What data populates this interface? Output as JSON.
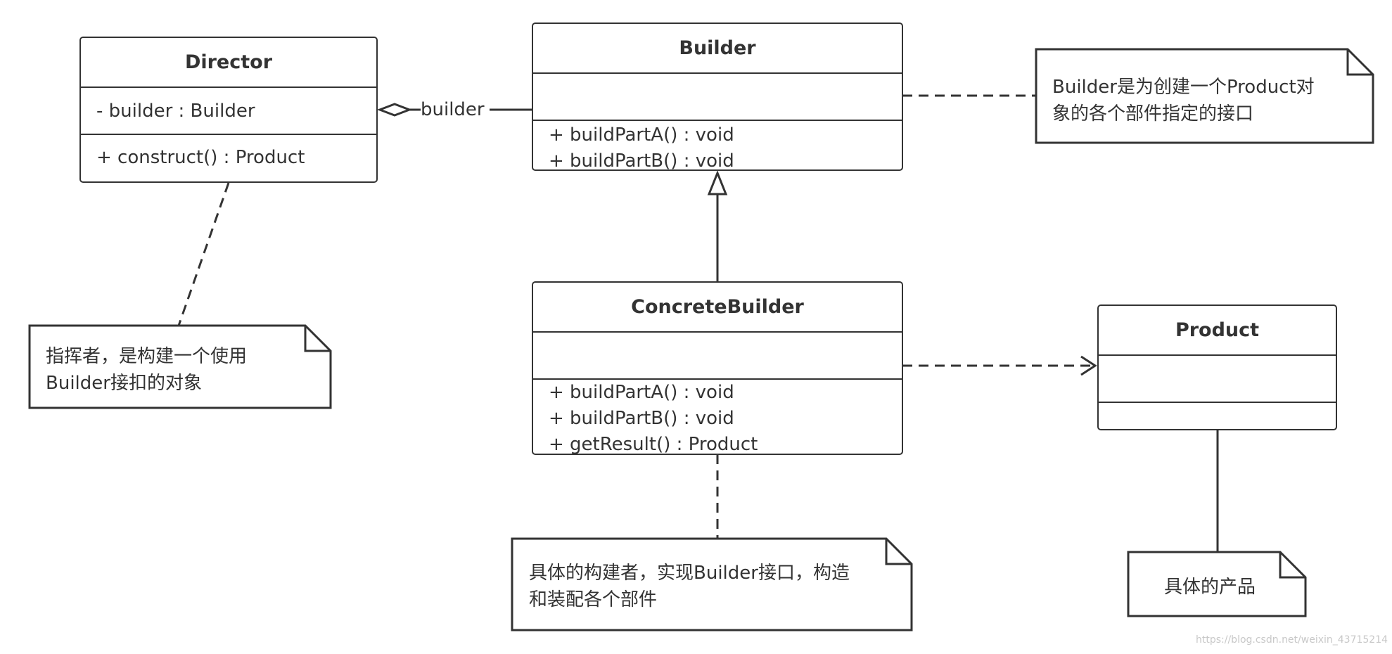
{
  "classes": {
    "director": {
      "name": "Director",
      "attributes": [
        "- builder : Builder"
      ],
      "operations": [
        "+ construct()  : Product"
      ]
    },
    "builder": {
      "name": "Builder",
      "attributes": [],
      "operations": [
        "+ buildPartA() : void",
        "+ buildPartB() : void"
      ]
    },
    "concrete_builder": {
      "name": "ConcreteBuilder",
      "attributes": [],
      "operations": [
        "+ buildPartA() : void",
        "+ buildPartB() : void",
        "+ getResult() : Product"
      ]
    },
    "product": {
      "name": "Product",
      "attributes": [],
      "operations": []
    }
  },
  "edges": {
    "aggregation_label": "builder"
  },
  "notes": {
    "director_note": [
      "指挥者，是构建一个使用",
      "Builder接扣的对象"
    ],
    "builder_note": [
      "Builder是为创建一个Product对",
      "象的各个部件指定的接口"
    ],
    "concrete_note": [
      "具体的构建者，实现Builder接口，构造",
      "和装配各个部件"
    ],
    "product_note": [
      "具体的产品"
    ]
  },
  "watermark": "https://blog.csdn.net/weixin_43715214",
  "colors": {
    "stroke": "#333333",
    "background": "#ffffff"
  }
}
